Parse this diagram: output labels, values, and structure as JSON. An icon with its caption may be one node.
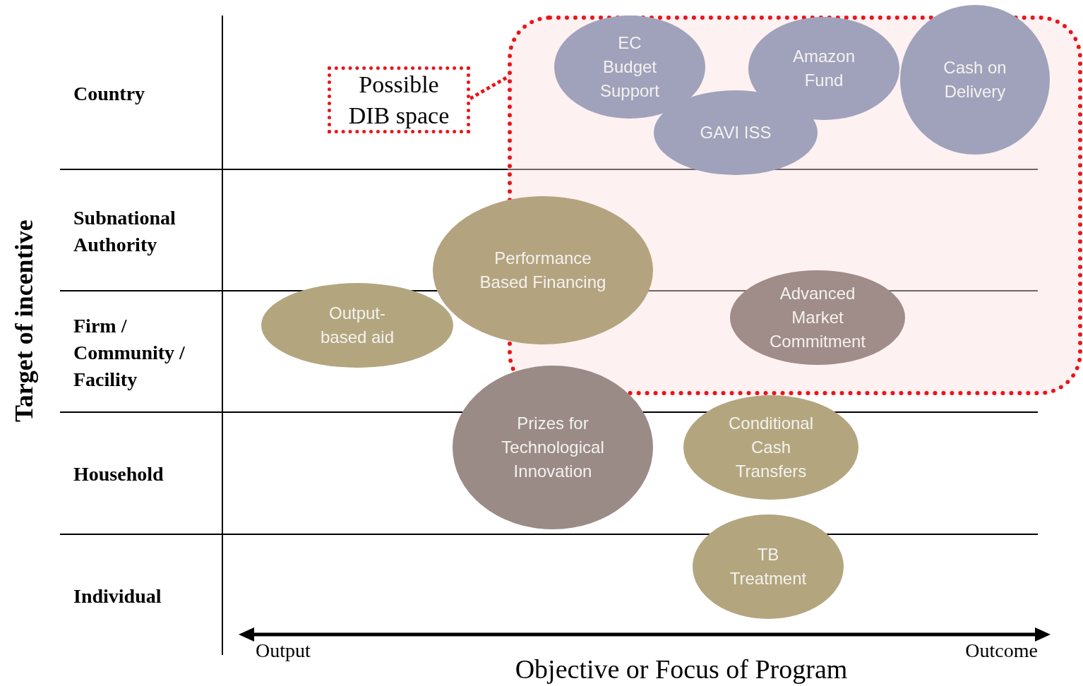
{
  "diagram": {
    "title": "Objective or Focus of Program",
    "nodes": [
      {
        "text": [
          "Possible DIB space"
        ]
      },
      {
        "text": [],
        "shape": "box"
      },
      {
        "text": [
          "EC Budget Support"
        ],
        "in": 1
      },
      {
        "text": [
          "Amazon Fund"
        ],
        "in": 1
      },
      {
        "text": [
          "Cash on Delivery"
        ]
      },
      {
        "text": [
          "GAVI ISS"
        ],
        "in": 1
      },
      {
        "text": [
          "Performance Based Financing"
        ]
      },
      {
        "text": [
          "Output-based aid"
        ]
      },
      {
        "text": [
          "Advanced Market Commitment"
        ],
        "in": 1
      },
      {
        "text": [
          "Prizes for Technological Innovation"
        ]
      },
      {
        "text": [
          "Conditional Cash Transfers"
        ]
      },
      {
        "text": [
          "TB Treatment"
        ]
      }
    ],
    "edges": [
      {
        "from": 0,
        "to": 1,
        "arrow": "none",
        "style": "dashed",
        "color": "#e8151b"
      }
    ],
    "labels": [
      "Target of incentive",
      "Country",
      "Subnational Authority",
      "Firm / Community / Facility",
      "Household",
      "Individual",
      "Output",
      "Outcome"
    ]
  }
}
